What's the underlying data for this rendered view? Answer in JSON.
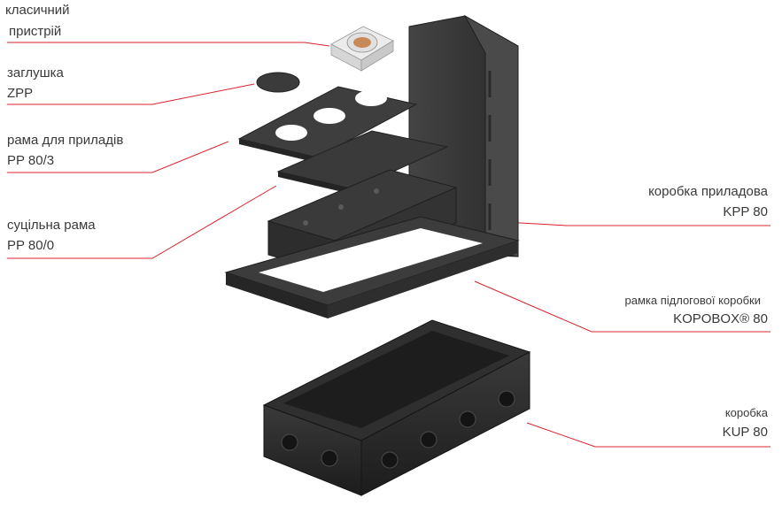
{
  "labels": {
    "device": {
      "line1": "класичний",
      "line2": "пристрій"
    },
    "plug": {
      "line1": "заглушка",
      "line2": "ZPP"
    },
    "frame_devices": {
      "line1": "рама для приладів",
      "line2": "PP 80/3"
    },
    "solid_frame": {
      "line1": "суцільна рама",
      "line2": "PP 80/0"
    },
    "device_box": {
      "line1": "коробка приладова",
      "line2": "KPP 80"
    },
    "floor_frame": {
      "line1": "рамка підлогової коробки",
      "line2": "KOPOBOX® 80"
    },
    "box": {
      "line1": "коробка",
      "line2": "KUP 80"
    }
  },
  "colors": {
    "leader": "#d9232d",
    "text": "#3a3a3a",
    "part_dark": "#2b2b2b",
    "part_mid": "#3d3d3d",
    "part_light": "#555555"
  }
}
